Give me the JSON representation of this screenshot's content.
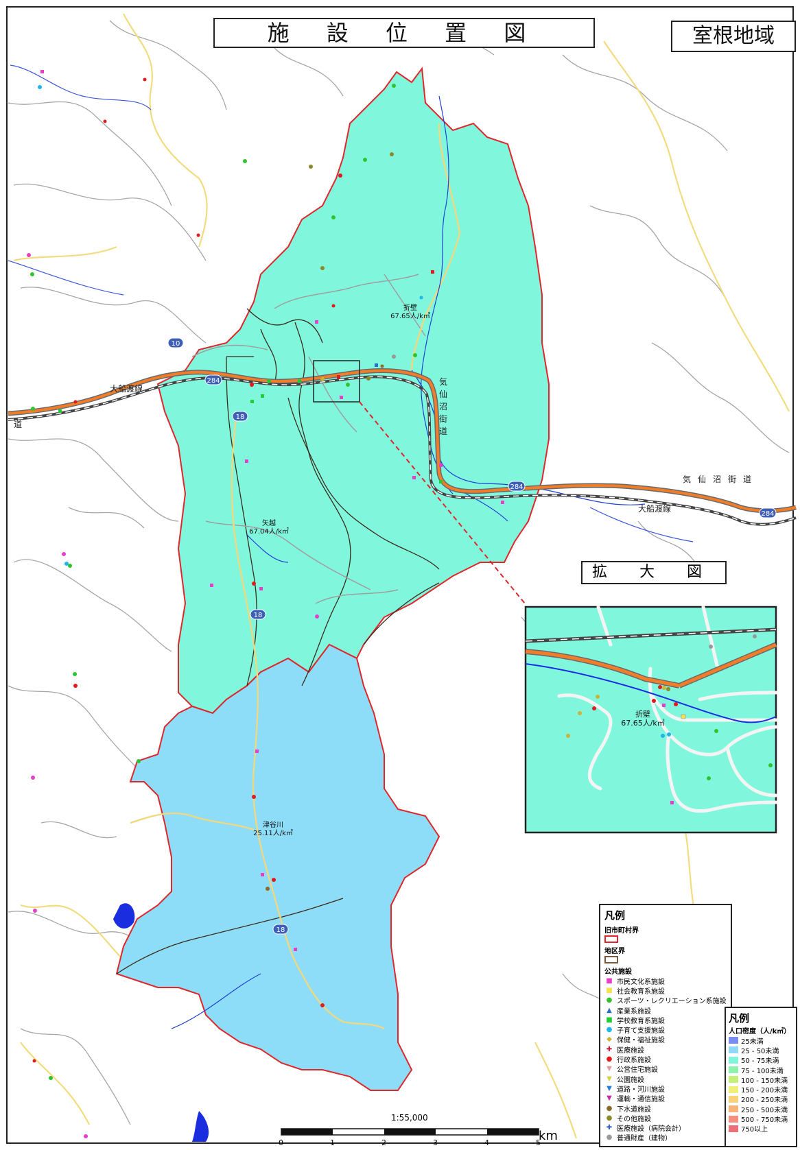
{
  "title": "施 設 位 置 図",
  "region": "室根地域",
  "inset_title": "拡 大 図",
  "districts": [
    {
      "name": "折壁",
      "density": "67.65人/k㎡"
    },
    {
      "name": "矢越",
      "density": "67.04人/k㎡"
    },
    {
      "name": "津谷川",
      "density": "25.11人/k㎡"
    }
  ],
  "inset_label": {
    "name": "折壁",
    "density": "67.65人/k㎡"
  },
  "routes": {
    "rail_west": "大船渡線",
    "rail_east": "大船渡線",
    "road_north": "気仙沼街道",
    "road_east": "気仙沼街道",
    "west_edge": "道",
    "shields": [
      "10",
      "284",
      "18",
      "284",
      "284",
      "18",
      "18"
    ]
  },
  "legend": {
    "title": "凡例",
    "boundary_old": "旧市町村界",
    "boundary_district": "地区界",
    "facilities_heading": "公共施設",
    "items": [
      {
        "label": "市民文化系施設",
        "symbol": "■",
        "color": "#e83fc8"
      },
      {
        "label": "社会教育系施設",
        "symbol": "■",
        "color": "#f2e24b"
      },
      {
        "label": "スポーツ・レクリエーション系施設",
        "symbol": "●",
        "color": "#2fc42f"
      },
      {
        "label": "産業系施設",
        "symbol": "▲",
        "color": "#2b6cc4"
      },
      {
        "label": "学校教育系施設",
        "symbol": "■",
        "color": "#22cc33"
      },
      {
        "label": "子育て支援施設",
        "symbol": "●",
        "color": "#1fb5e8"
      },
      {
        "label": "保健・福祉施設",
        "symbol": "◆",
        "color": "#c8b43a"
      },
      {
        "label": "医療施設",
        "symbol": "✚",
        "color": "#c8102e"
      },
      {
        "label": "行政系施設",
        "symbol": "●",
        "color": "#e31a1c"
      },
      {
        "label": "公営住宅施設",
        "symbol": "▼",
        "color": "#d9a0a0"
      },
      {
        "label": "公園施設",
        "symbol": "▼",
        "color": "#d4d44a"
      },
      {
        "label": "道路・河川施設",
        "symbol": "▼",
        "color": "#2b7bd4"
      },
      {
        "label": "運輸・通信施設",
        "symbol": "▼",
        "color": "#c030a0"
      },
      {
        "label": "下水道施設",
        "symbol": "●",
        "color": "#8b6b2a"
      },
      {
        "label": "その他施設",
        "symbol": "●",
        "color": "#8a8a2a"
      },
      {
        "label": "医療施設（病院会計）",
        "symbol": "✚",
        "color": "#2b5cc4"
      },
      {
        "label": "普通財産（建物）",
        "symbol": "●",
        "color": "#999999"
      }
    ]
  },
  "density_legend": {
    "title": "凡例",
    "heading": "人口密度（人/k㎡）",
    "items": [
      {
        "label": "25未満",
        "color": "#7b8cf0"
      },
      {
        "label": "25 - 50未満",
        "color": "#8fd8f8"
      },
      {
        "label": "50 - 75未満",
        "color": "#7ff5dc"
      },
      {
        "label": "75 - 100未満",
        "color": "#8ff3b0"
      },
      {
        "label": "100 - 150未満",
        "color": "#c4f07a"
      },
      {
        "label": "150 - 200未満",
        "color": "#eef07a"
      },
      {
        "label": "200 - 250未満",
        "color": "#f8d27a"
      },
      {
        "label": "250 - 500未満",
        "color": "#f8b27a"
      },
      {
        "label": "500 - 750未満",
        "color": "#f59080"
      },
      {
        "label": "750以上",
        "color": "#ee6f78"
      }
    ]
  },
  "scale": {
    "ratio": "1:55,000",
    "ticks": [
      "0",
      "1",
      "2",
      "3",
      "4",
      "5"
    ],
    "unit": "km"
  },
  "colors": {
    "district_north": "#80f7dd",
    "district_south": "#8ddcf8",
    "boundary": "#e0262b",
    "highway": "#f07d2a",
    "rail": "#555555",
    "river": "#1b3fd0",
    "road": "#aaaaaa",
    "local_road": "#f2dc80"
  }
}
